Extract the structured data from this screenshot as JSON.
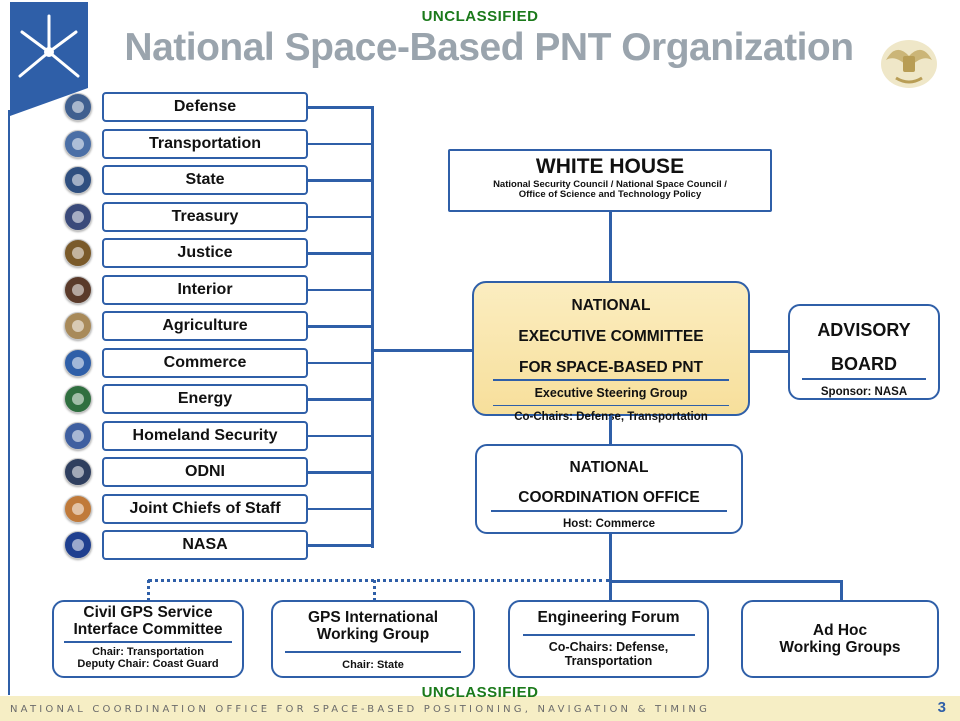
{
  "header": {
    "classification_top": "UNCLASSIFIED",
    "title": "National Space-Based PNT Organization"
  },
  "departments": [
    {
      "label": "Defense",
      "seal_color": "#3f5f8f"
    },
    {
      "label": "Transportation",
      "seal_color": "#4b6fa6"
    },
    {
      "label": "State",
      "seal_color": "#2f4f7f"
    },
    {
      "label": "Treasury",
      "seal_color": "#3a4a7a"
    },
    {
      "label": "Justice",
      "seal_color": "#7a5a2a"
    },
    {
      "label": "Interior",
      "seal_color": "#5a3a2a"
    },
    {
      "label": "Agriculture",
      "seal_color": "#a88a5a"
    },
    {
      "label": "Commerce",
      "seal_color": "#2f5fa8"
    },
    {
      "label": "Energy",
      "seal_color": "#2f6f3f"
    },
    {
      "label": "Homeland Security",
      "seal_color": "#3f5fa0"
    },
    {
      "label": "ODNI",
      "seal_color": "#2f3f5f"
    },
    {
      "label": "Joint Chiefs of Staff",
      "seal_color": "#c07a3a"
    },
    {
      "label": "NASA",
      "seal_color": "#1f3f8f"
    }
  ],
  "white_house": {
    "title": "WHITE HOUSE",
    "line1": "National Security Council / National Space Council /",
    "line2": "Office of Science and Technology Policy"
  },
  "executive_committee": {
    "line1": "NATIONAL",
    "line2": "EXECUTIVE COMMITTEE",
    "line3": "FOR SPACE-BASED PNT",
    "steering": "Executive Steering Group",
    "chairs": "Co-Chairs: Defense, Transportation"
  },
  "advisory_board": {
    "line1": "ADVISORY",
    "line2": "BOARD",
    "sponsor": "Sponsor: NASA"
  },
  "coordination_office": {
    "line1": "NATIONAL",
    "line2": "COORDINATION OFFICE",
    "host": "Host: Commerce"
  },
  "working_groups": {
    "civil_gps": {
      "line1": "Civil GPS Service",
      "line2": "Interface Committee",
      "chair": "Chair: Transportation",
      "deputy": "Deputy Chair: Coast Guard"
    },
    "gps_intl": {
      "line1": "GPS International",
      "line2": "Working Group",
      "chair": "Chair: State"
    },
    "engineering": {
      "title": "Engineering Forum",
      "chairs1": "Co-Chairs: Defense,",
      "chairs2": "Transportation"
    },
    "ad_hoc": {
      "line1": "Ad Hoc",
      "line2": "Working Groups"
    }
  },
  "footer": {
    "classification_bottom": "UNCLASSIFIED",
    "text": "NATIONAL COORDINATION OFFICE FOR SPACE-BASED POSITIONING, NAVIGATION & TIMING",
    "page_number": "3"
  },
  "colors": {
    "line_blue": "#2f5fa8",
    "classification_green": "#1b7a1b",
    "title_gray": "#9aa4ad",
    "committee_fill": "#f7df9b",
    "footer_band": "#f6eec5"
  }
}
